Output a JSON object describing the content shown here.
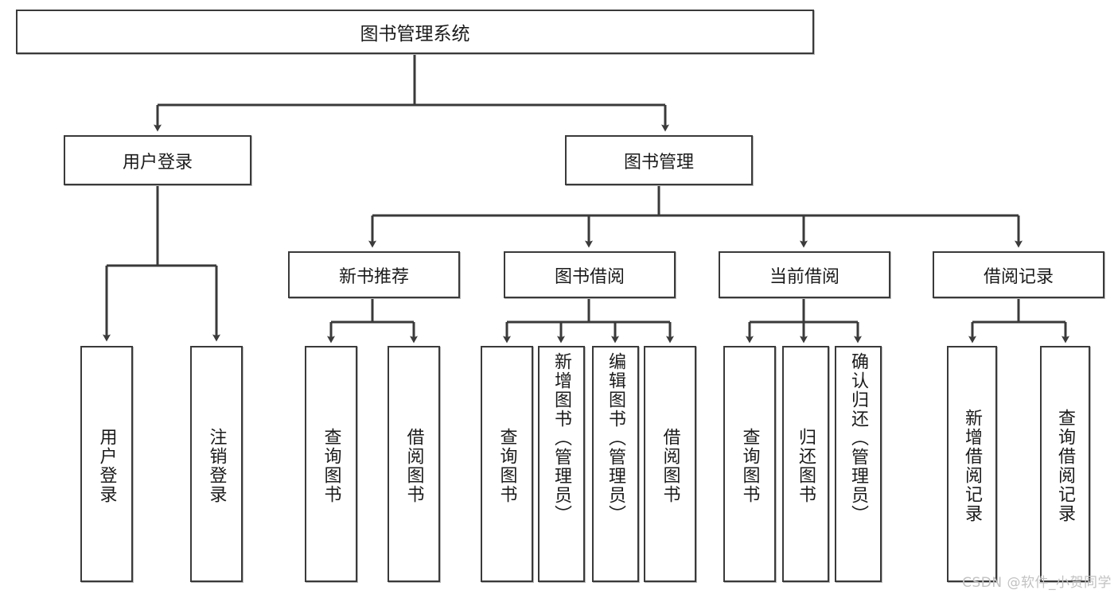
{
  "diagram": {
    "type": "tree",
    "title": "图书管理系统",
    "root": {
      "id": "root",
      "label": "图书管理系统"
    },
    "level1": [
      {
        "id": "user-login",
        "label": "用户登录"
      },
      {
        "id": "book-manage",
        "label": "图书管理"
      }
    ],
    "level2": [
      {
        "id": "new-book-recommend",
        "label": "新书推荐",
        "parent": "book-manage"
      },
      {
        "id": "book-borrow",
        "label": "图书借阅",
        "parent": "book-manage"
      },
      {
        "id": "current-borrow",
        "label": "当前借阅",
        "parent": "book-manage"
      },
      {
        "id": "borrow-record",
        "label": "借阅记录",
        "parent": "book-manage"
      }
    ],
    "leaves": [
      {
        "id": "leaf-user-login",
        "label": "用户登录",
        "parent": "user-login"
      },
      {
        "id": "leaf-logout",
        "label": "注销登录",
        "parent": "user-login"
      },
      {
        "id": "leaf-query-book-1",
        "label": "查询图书",
        "parent": "new-book-recommend"
      },
      {
        "id": "leaf-borrow-book-1",
        "label": "借阅图书",
        "parent": "new-book-recommend"
      },
      {
        "id": "leaf-query-book-2",
        "label": "查询图书",
        "parent": "book-borrow"
      },
      {
        "id": "leaf-add-book",
        "label": "新增图书（管理员）",
        "parent": "book-borrow"
      },
      {
        "id": "leaf-edit-book",
        "label": "编辑图书（管理员）",
        "parent": "book-borrow"
      },
      {
        "id": "leaf-borrow-book-2",
        "label": "借阅图书",
        "parent": "book-borrow"
      },
      {
        "id": "leaf-query-book-3",
        "label": "查询图书",
        "parent": "current-borrow"
      },
      {
        "id": "leaf-return-book",
        "label": "归还图书",
        "parent": "current-borrow"
      },
      {
        "id": "leaf-confirm-return",
        "label": "确认归还（管理员）",
        "parent": "current-borrow"
      },
      {
        "id": "leaf-add-record",
        "label": "新增借阅记录",
        "parent": "borrow-record"
      },
      {
        "id": "leaf-query-record",
        "label": "查询借阅记录",
        "parent": "borrow-record"
      }
    ],
    "colors": {
      "border": "#3a3a3a",
      "background": "#ffffff",
      "text": "#1b1b1b",
      "connector": "#3a3a3a",
      "watermark": "#c2c2c2"
    }
  },
  "watermark": {
    "text": "CSDN @软件_小贺同学"
  }
}
